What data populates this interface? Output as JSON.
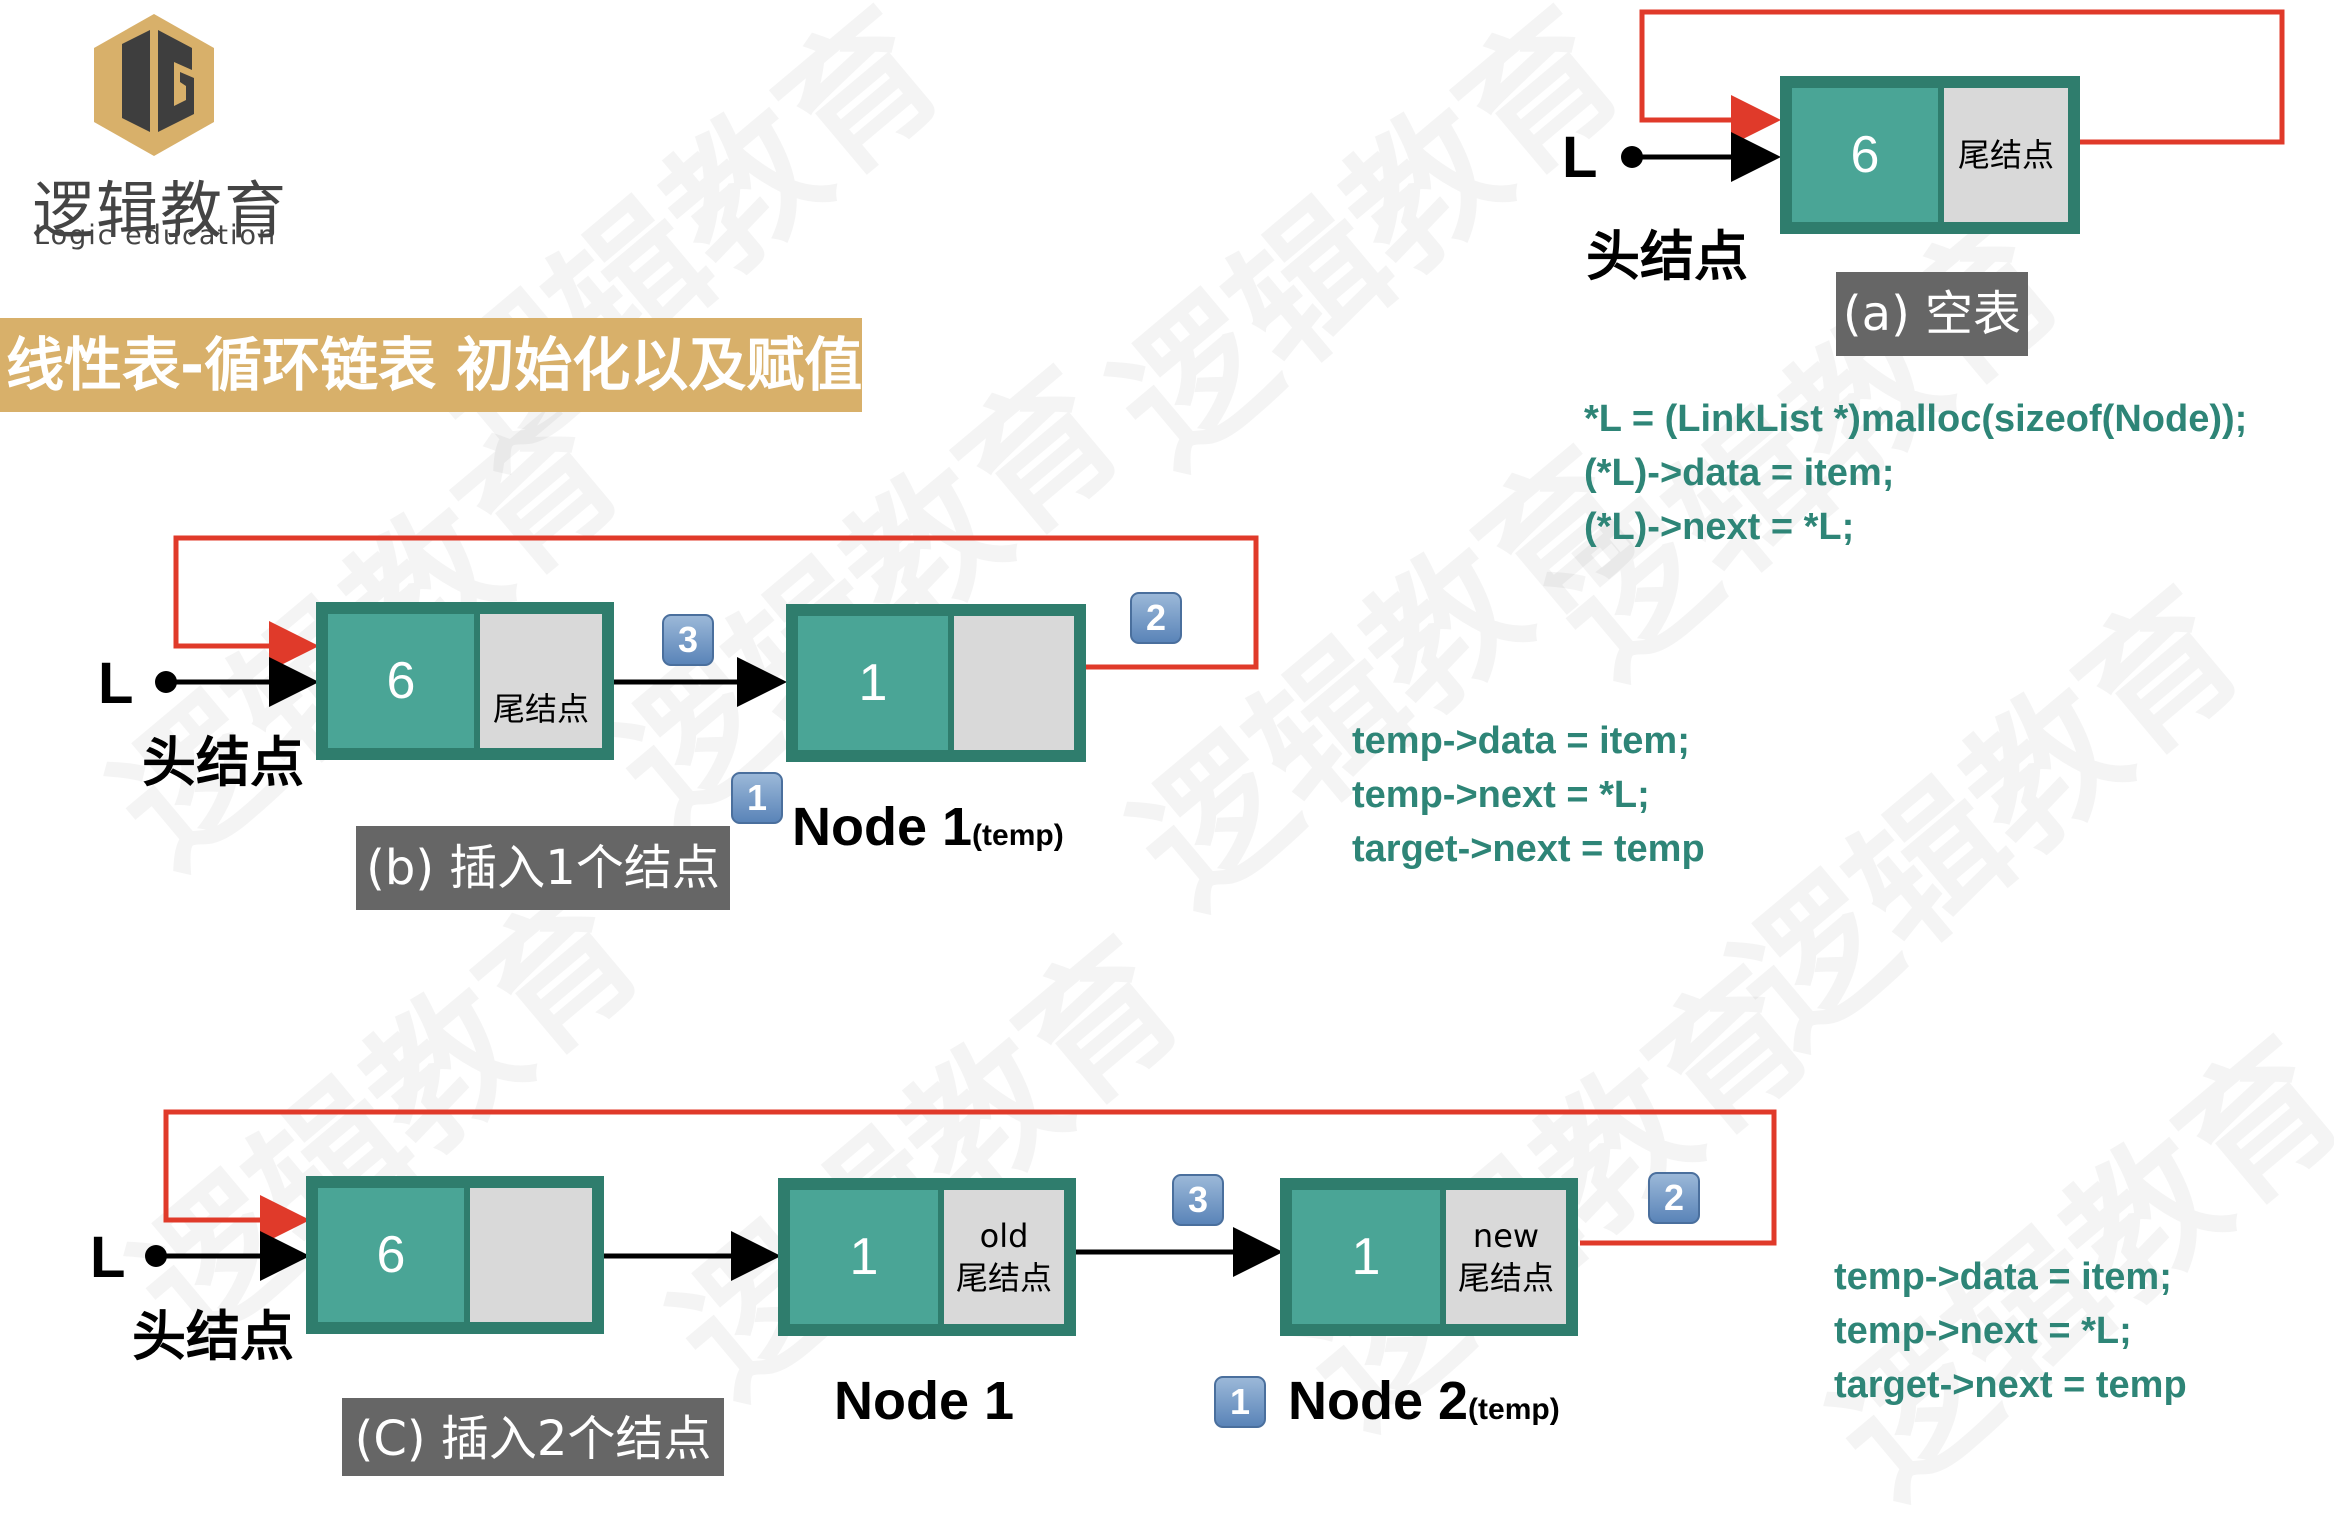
{
  "logo": {
    "cn": "逻辑教育",
    "en": "Logic education"
  },
  "watermark": "逻辑教育",
  "title": "线性表-循环链表 初始化以及赋值",
  "colors": {
    "node_border": "#2f7d6d",
    "node_data": "#4aa596",
    "node_ptr": "#d9d9d9",
    "loop_arrow": "#e03a2a",
    "code_text": "#2e8577",
    "title_bg": "#d8b06a",
    "caption_bg": "#666666"
  },
  "panel_a": {
    "L": "L",
    "head_label": "头结点",
    "node_value": "6",
    "node_ptr_label": "尾结点",
    "caption": "(a) 空表",
    "code": [
      "*L = (LinkList *)malloc(sizeof(Node));",
      "(*L)->data = item;",
      "(*L)->next = *L;"
    ]
  },
  "panel_b": {
    "L": "L",
    "head_label": "头结点",
    "head_value": "6",
    "head_ptr_label": "尾结点",
    "new_value": "1",
    "node_name": "Node 1",
    "node_name_sub": "(temp)",
    "caption": "(b) 插入1个结点",
    "badges": [
      "1",
      "2",
      "3"
    ],
    "code": [
      "temp->data = item;",
      "temp->next = *L;",
      "target->next = temp"
    ]
  },
  "panel_c": {
    "L": "L",
    "head_label": "头结点",
    "head_value": "6",
    "node1_value": "1",
    "node1_ptr_top": "old",
    "node1_ptr_bottom": "尾结点",
    "node2_value": "1",
    "node2_ptr_top": "new",
    "node2_ptr_bottom": "尾结点",
    "node1_name": "Node 1",
    "node2_name": "Node 2",
    "node2_name_sub": "(temp)",
    "caption": "(C) 插入2个结点",
    "badges": [
      "1",
      "2",
      "3"
    ],
    "code": [
      "temp->data = item;",
      "temp->next = *L;",
      "target->next = temp"
    ]
  }
}
